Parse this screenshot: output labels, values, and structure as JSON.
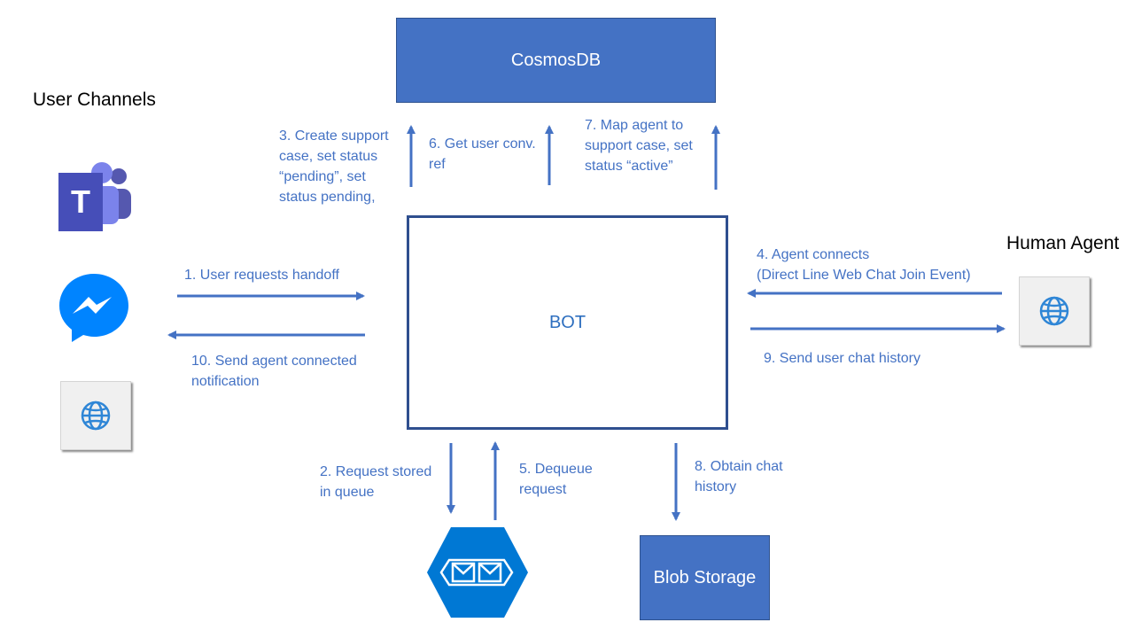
{
  "headings": {
    "user_channels": "User Channels",
    "human_agent": "Human Agent"
  },
  "nodes": {
    "cosmosdb": "CosmosDB",
    "bot": "BOT",
    "blob_storage": "Blob Storage"
  },
  "steps": {
    "s1": "1. User requests handoff",
    "s2": "2. Request stored\nin queue",
    "s3": "3. Create support\ncase, set status\n“pending”, set\nstatus pending,",
    "s4": "4. Agent connects\n  (Direct Line Web Chat Join Event)",
    "s5": "5. Dequeue\nrequest",
    "s6": "6. Get user conv.\nref",
    "s7": "7. Map agent to\nsupport case, set\nstatus “active”",
    "s8": "8. Obtain chat\nhistory",
    "s9": "9. Send user chat history",
    "s10": "10. Send agent connected\nnotification"
  },
  "icons": {
    "teams": "T",
    "colors": {
      "teams": "#5558af",
      "messenger": "#0084ff",
      "queue": "#0078d4",
      "globe": "#2f86d6",
      "arrow": "#4472c4"
    }
  }
}
